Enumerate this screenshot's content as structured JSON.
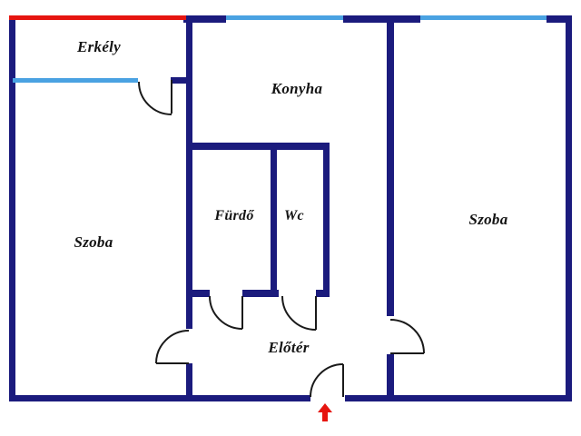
{
  "colors": {
    "wall": "#1b1b7d",
    "window": "#4aa2e2",
    "balcony_edge": "#e61510",
    "door_line": "#1a1a1a",
    "entrance_arrow": "#e61510",
    "background": "#ffffff"
  },
  "rooms": {
    "erkely": {
      "label": "Erkély"
    },
    "konyha": {
      "label": "Konyha"
    },
    "szoba_left": {
      "label": "Szoba"
    },
    "furdo": {
      "label": "Fürdő"
    },
    "wc": {
      "label": "Wc"
    },
    "szoba_right": {
      "label": "Szoba"
    },
    "eloter": {
      "label": "Előtér"
    }
  }
}
